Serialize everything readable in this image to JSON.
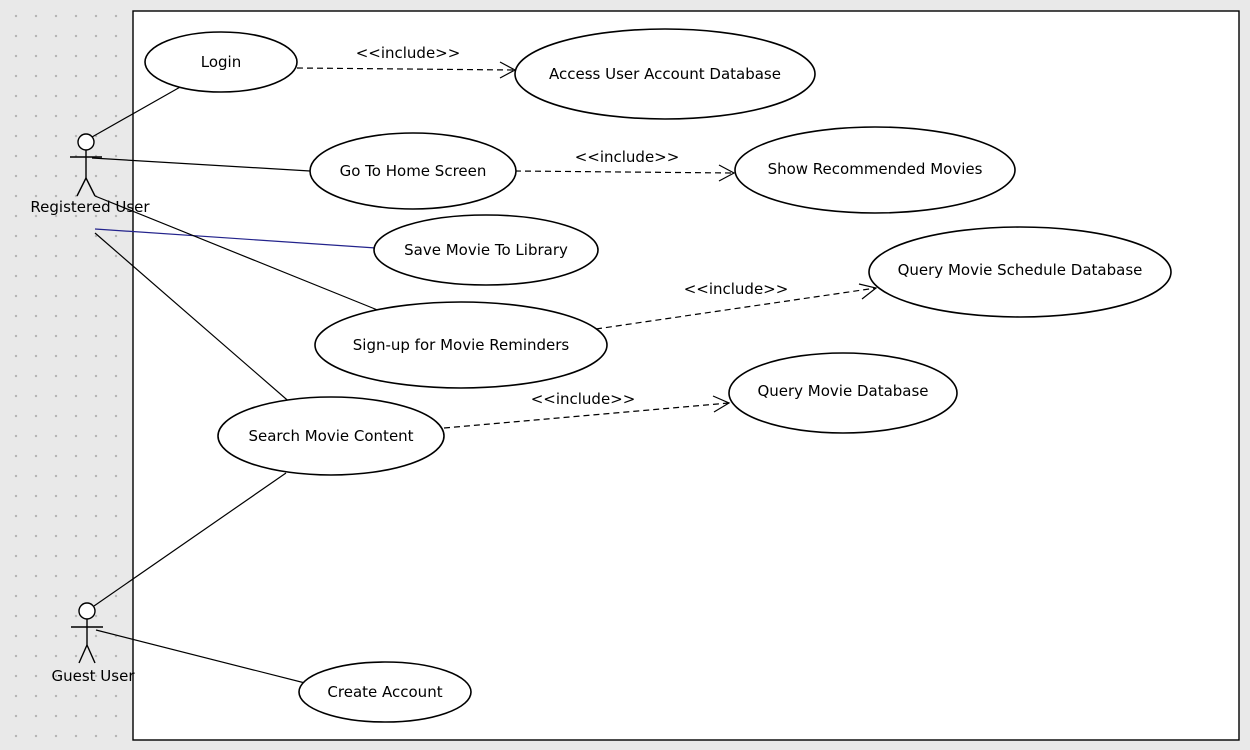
{
  "actors": {
    "registered_user": "Registered User",
    "guest_user": "Guest User"
  },
  "use_cases": {
    "login": "Login",
    "access_user_account_db": "Access User Account Database",
    "go_to_home_screen": "Go To Home Screen",
    "show_recommended_movies": "Show Recommended Movies",
    "save_movie_to_library": "Save Movie To Library",
    "query_movie_schedule_db": "Query Movie Schedule Database",
    "signup_movie_reminders": "Sign-up for Movie Reminders",
    "query_movie_db": "Query Movie Database",
    "search_movie_content": "Search Movie Content",
    "create_account": "Create Account"
  },
  "relations": {
    "include": "<<include>>"
  },
  "colors": {
    "background": "#e9e9e9",
    "line": "#000000",
    "highlighted_association": "#23238c"
  }
}
